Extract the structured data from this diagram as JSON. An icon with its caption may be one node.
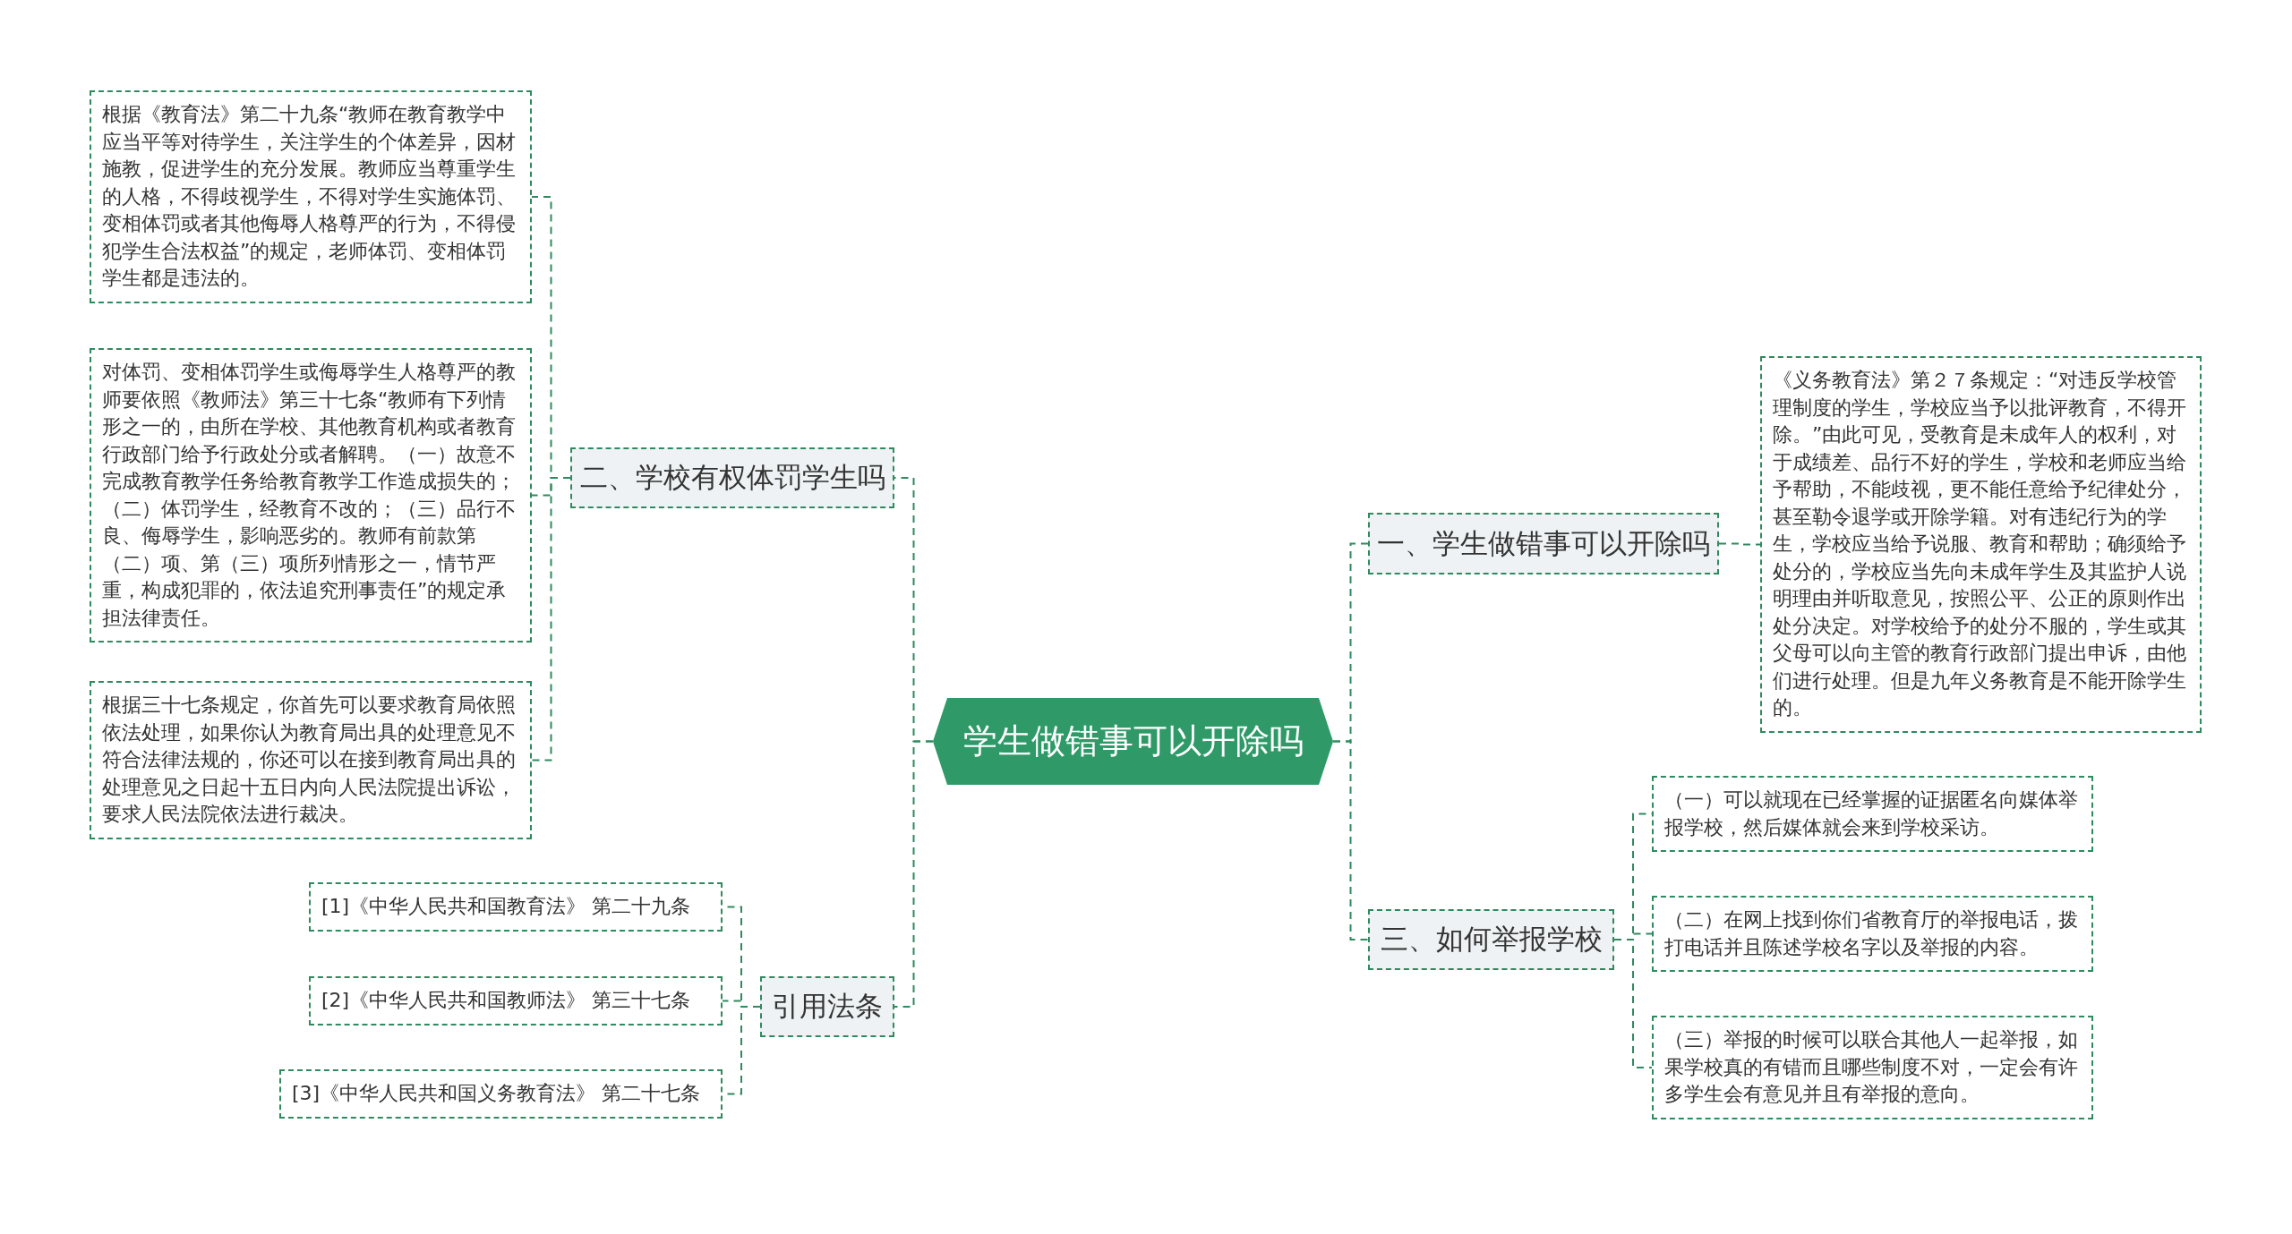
{
  "diagram": {
    "nodes": [
      {
        "text": [
          "学生做错事可以开除吗"
        ]
      },
      {
        "text": [
          "二、学校有权体罚学生吗"
        ]
      },
      {
        "text": [
          "根据《教育法》第二十九条“教师在教育教学中应当平等对待学生，关注学生的个体差异，因材施教，促进学生的充分发展。教师应当尊重学生的人格，不得歧视学生，不得对学生实施体罚、变相体罚或者其他侮辱人格尊严的行为，不得侵犯学生合法权益”的规定，老师体罚、变相体罚学生都是违法的。"
        ]
      },
      {
        "text": [
          "对体罚、变相体罚学生或侮辱学生人格尊严的教师要依照《教师法》第三十七条“教师有下列情形之一的，由所在学校、其他教育机构或者教育行政部门给予行政处分或者解聘。（一）故意不完成教育教学任务给教育教学工作造成损失的；（二）体罚学生，经教育不改的；（三）品行不良、侮辱学生，影响恶劣的。教师有前款第（二）项、第（三）项所列情形之一，情节严重，构成犯罪的，依法追究刑事责任”的规定承担法律责任。"
        ]
      },
      {
        "text": [
          "根据三十七条规定，你首先可以要求教育局依照依法处理，如果你认为教育局出具的处理意见不符合法律法规的，你还可以在接到教育局出具的处理意见之日起十五日内向人民法院提出诉讼，要求人民法院依法进行裁决。"
        ]
      },
      {
        "text": [
          "引用法条"
        ]
      },
      {
        "text": [
          "[1]《中华人民共和国教育法》 第二十九条"
        ]
      },
      {
        "text": [
          "[2]《中华人民共和国教师法》 第三十七条"
        ]
      },
      {
        "text": [
          "[3]《中华人民共和国义务教育法》 第二十七条"
        ]
      },
      {
        "text": [
          "一、学生做错事可以开除吗"
        ]
      },
      {
        "text": [
          "《义务教育法》第２７条规定：“对违反学校管理制度的学生，学校应当予以批评教育，不得开除。”由此可见，受教育是未成年人的权利，对于成绩差、品行不好的学生，学校和老师应当给予帮助，不能歧视，更不能任意给予纪律处分，甚至勒令退学或开除学籍。对有违纪行为的学生，学校应当给予说服、教育和帮助；确须给予处分的，学校应当先向未成年学生及其监护人说明理由并听取意见，按照公平、公正的原则作出处分决定。对学校给予的处分不服的，学生或其父母可以向主管的教育行政部门提出申诉，由他们进行处理。但是九年义务教育是不能开除学生的。"
        ]
      },
      {
        "text": [
          "三、如何举报学校"
        ]
      },
      {
        "text": [
          "（一）可以就现在已经掌握的证据匿名向媒体举报学校，然后媒体就会来到学校采访。"
        ]
      },
      {
        "text": [
          "（二）在网上找到你们省教育厅的举报电话，拨打电话并且陈述学校名字以及举报的内容。"
        ]
      },
      {
        "text": [
          "（三）举报的时候可以联合其他人一起举报，如果学校真的有错而且哪些制度不对，一定会有许多学生会有意见并且有举报的意向。"
        ]
      }
    ],
    "edges": [
      {
        "from": 0,
        "to": 1,
        "arrow": "none",
        "style": "dashed"
      },
      {
        "from": 1,
        "to": 2,
        "arrow": "none",
        "style": "dashed"
      },
      {
        "from": 1,
        "to": 3,
        "arrow": "none",
        "style": "dashed"
      },
      {
        "from": 1,
        "to": 4,
        "arrow": "none",
        "style": "dashed"
      },
      {
        "from": 0,
        "to": 5,
        "arrow": "none",
        "style": "dashed"
      },
      {
        "from": 5,
        "to": 6,
        "arrow": "none",
        "style": "dashed"
      },
      {
        "from": 5,
        "to": 7,
        "arrow": "none",
        "style": "dashed"
      },
      {
        "from": 5,
        "to": 8,
        "arrow": "none",
        "style": "dashed"
      },
      {
        "from": 0,
        "to": 9,
        "arrow": "none",
        "style": "dashed"
      },
      {
        "from": 9,
        "to": 10,
        "arrow": "none",
        "style": "dashed"
      },
      {
        "from": 0,
        "to": 11,
        "arrow": "none",
        "style": "dashed"
      },
      {
        "from": 11,
        "to": 12,
        "arrow": "none",
        "style": "dashed"
      },
      {
        "from": 11,
        "to": 13,
        "arrow": "none",
        "style": "dashed"
      },
      {
        "from": 11,
        "to": 14,
        "arrow": "none",
        "style": "dashed"
      }
    ]
  }
}
